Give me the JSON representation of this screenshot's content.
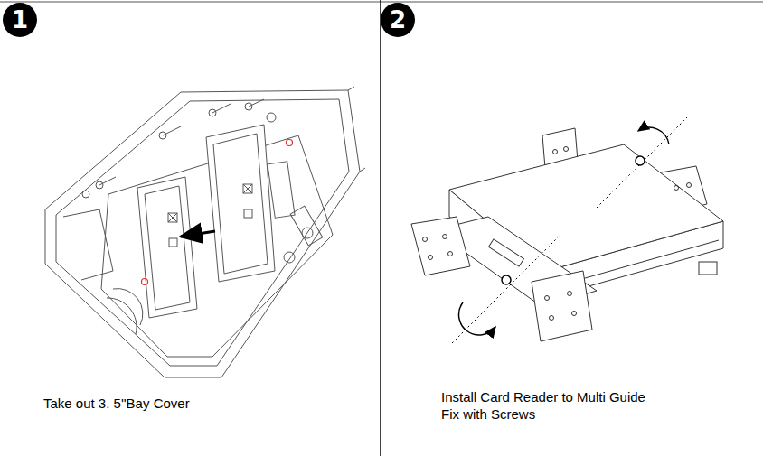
{
  "diagram": {
    "labels": [
      "1",
      "2",
      "Take out 3. 5''Bay Cover",
      "Install Card Reader to Multi Guide",
      "Fix with Screws"
    ]
  }
}
